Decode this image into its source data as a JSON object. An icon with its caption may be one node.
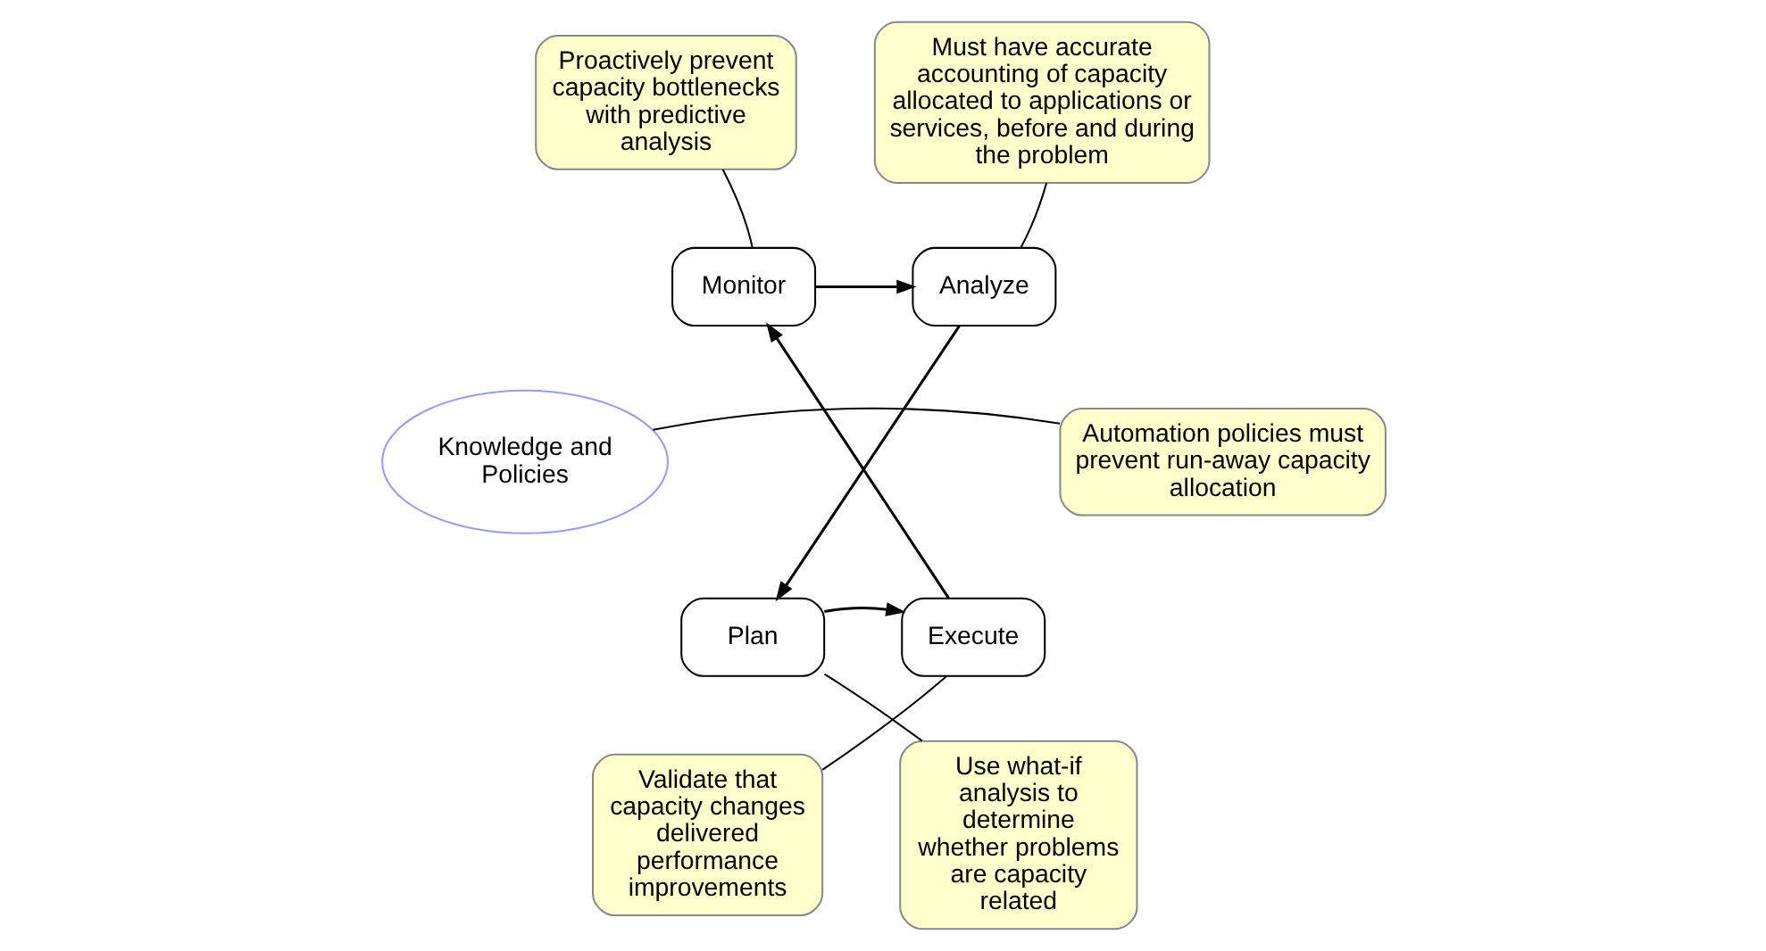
{
  "diagram": {
    "nodes": [
      {
        "text": [
          "Monitor"
        ]
      },
      {
        "text": [
          "Analyze"
        ]
      },
      {
        "text": [
          "Plan"
        ]
      },
      {
        "text": [
          "Execute"
        ]
      },
      {
        "text": [
          "Knowledge and Policies"
        ]
      },
      {
        "text": [
          "Proactively prevent capacity bottlenecks with predictive analysis"
        ]
      },
      {
        "text": [
          "Must have accurate accounting of capacity allocated to applications or services, before and during the problem"
        ]
      },
      {
        "text": [
          "Automation policies must prevent run-away capacity allocation"
        ]
      },
      {
        "text": [
          "Validate that capacity changes delivered performance improvements"
        ]
      },
      {
        "text": [
          "Use what-if analysis to determine whether problems are capacity related"
        ]
      }
    ],
    "edges": [
      {
        "from": 0,
        "to": 1,
        "arrow": "to"
      },
      {
        "from": 1,
        "to": 2,
        "arrow": "to"
      },
      {
        "from": 2,
        "to": 3,
        "arrow": "to"
      },
      {
        "from": 3,
        "to": 0,
        "arrow": "to"
      },
      {
        "from": 5,
        "to": 0,
        "arrow": "none"
      },
      {
        "from": 6,
        "to": 1,
        "arrow": "none"
      },
      {
        "from": 7,
        "to": 4,
        "arrow": "none"
      },
      {
        "from": 9,
        "to": 2,
        "arrow": "none"
      },
      {
        "from": 8,
        "to": 3,
        "arrow": "none"
      }
    ]
  }
}
